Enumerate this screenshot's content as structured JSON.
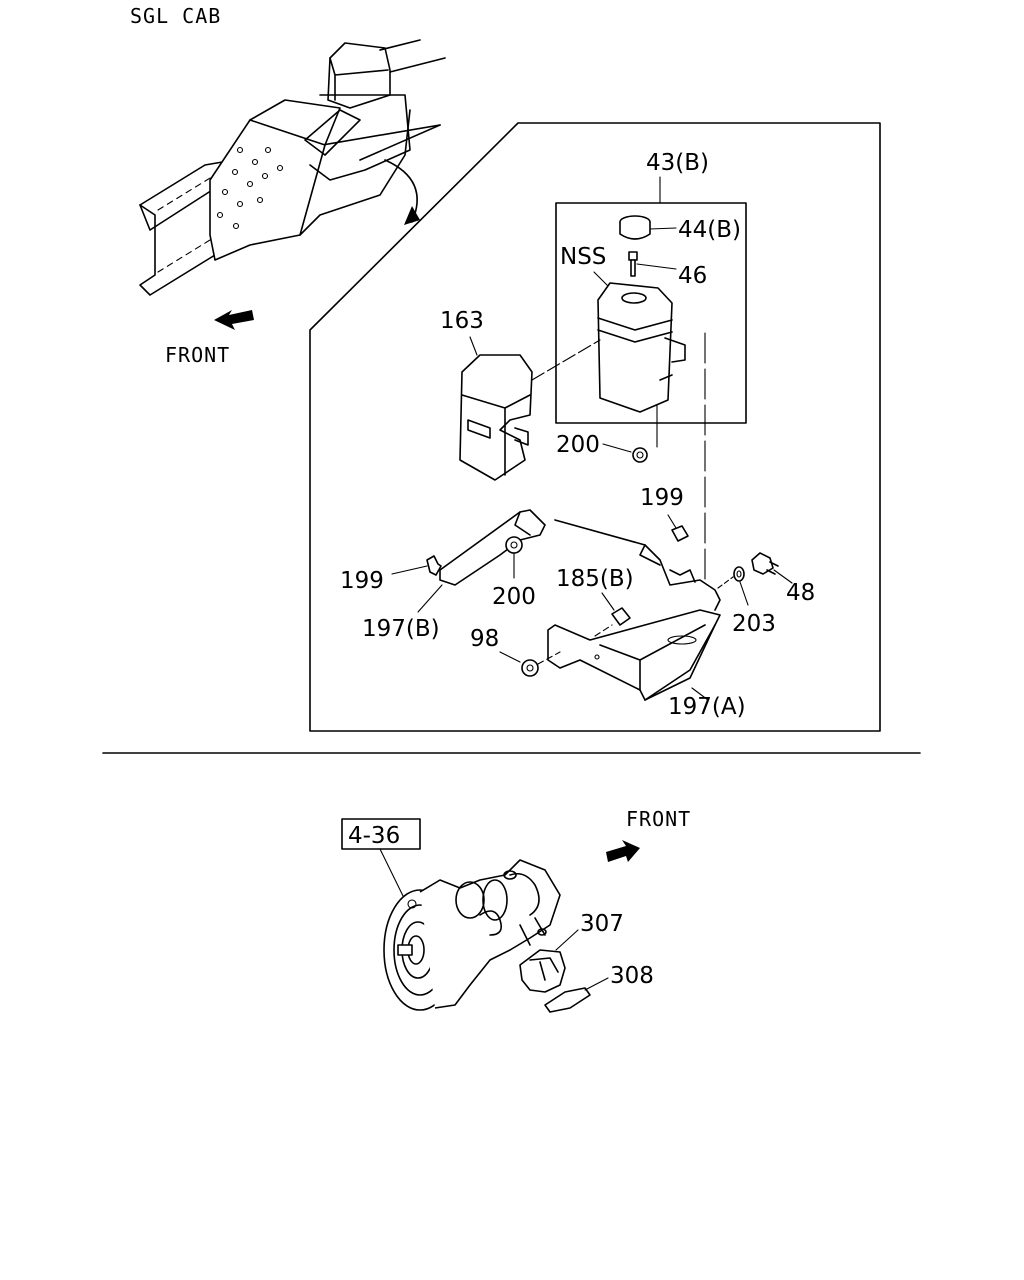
{
  "top_section": {
    "cab_label": "SGL CAB",
    "front_label": "FRONT"
  },
  "detail_callouts": {
    "tank_assembly": "43(B)",
    "cap": "44(B)",
    "pin": "46",
    "nss": "NSS",
    "cover": "163",
    "nut_upper": "200",
    "bolt_right": "199",
    "bolt_left": "199",
    "nut_lower": "200",
    "bracket_b": "197(B)",
    "bolt_185": "185(B)",
    "bolt_48": "48",
    "washer": "203",
    "nut_98": "98",
    "bracket_a": "197(A)"
  },
  "bottom_section": {
    "ref_box": "4-36",
    "front_label": "FRONT",
    "part_307": "307",
    "part_308": "308"
  }
}
